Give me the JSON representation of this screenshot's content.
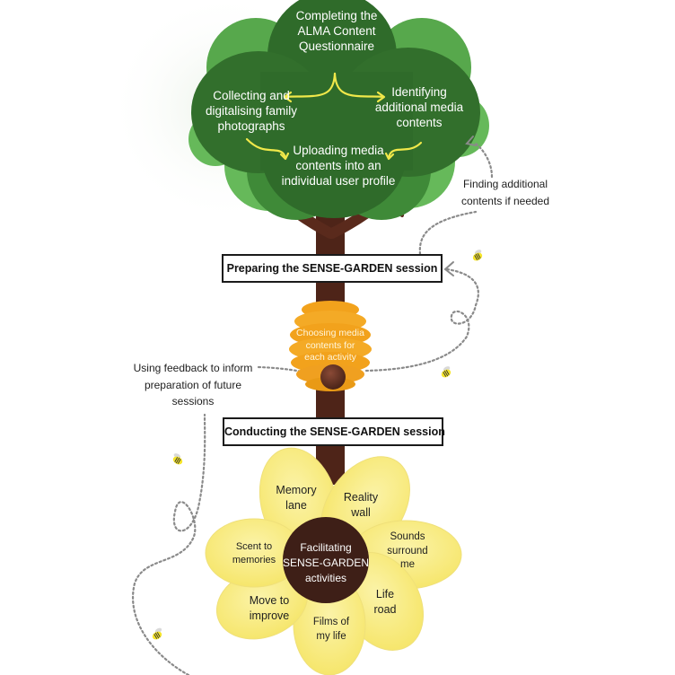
{
  "tree": {
    "top": "Completing the ALMA Content Questionnaire",
    "top_lines": [
      "Completing the",
      "ALMA Content",
      "Questionnaire"
    ],
    "left_lines": [
      "Collecting and",
      "digitalising family",
      "photographs"
    ],
    "right_lines": [
      "Identifying",
      "additional media",
      "contents"
    ],
    "bottom_lines": [
      "Uploading media",
      "contents into an",
      "individual user profile"
    ]
  },
  "notes": {
    "finding": [
      "Finding additional",
      "contents if needed"
    ],
    "feedback": [
      "Using feedback to inform",
      "preparation of future",
      "sessions"
    ]
  },
  "stages": {
    "preparing": "Preparing the SENSE-GARDEN session",
    "conducting": "Conducting the SENSE-GARDEN session"
  },
  "hive": {
    "lines": [
      "Choosing media",
      "contents for",
      "each activity"
    ]
  },
  "flower": {
    "center_lines": [
      "Facilitating",
      "SENSE-GARDEN",
      "activities"
    ],
    "petals": [
      {
        "lines": [
          "Memory",
          "lane"
        ]
      },
      {
        "lines": [
          "Reality",
          "wall"
        ]
      },
      {
        "lines": [
          "Sounds",
          "surround",
          "me"
        ]
      },
      {
        "lines": [
          "Life",
          "road"
        ]
      },
      {
        "lines": [
          "Films of",
          "my life"
        ]
      },
      {
        "lines": [
          "Move to",
          "improve"
        ]
      },
      {
        "lines": [
          "Scent to",
          "memories"
        ]
      }
    ]
  },
  "colors": {
    "canopy_dark": "#2f6b2a",
    "canopy_mid": "#3f8a38",
    "canopy_light": "#66b95a",
    "trunk": "#4e2418",
    "arrow_yellow": "#f0e84a",
    "hive": "#f2a21c",
    "hive_dark": "#d98a12",
    "petal": "#f8ea7a",
    "petal_light": "#fbf3a8",
    "flower_center": "#3e1f17",
    "dotted": "#888888",
    "bee_yellow": "#f6e52a"
  }
}
